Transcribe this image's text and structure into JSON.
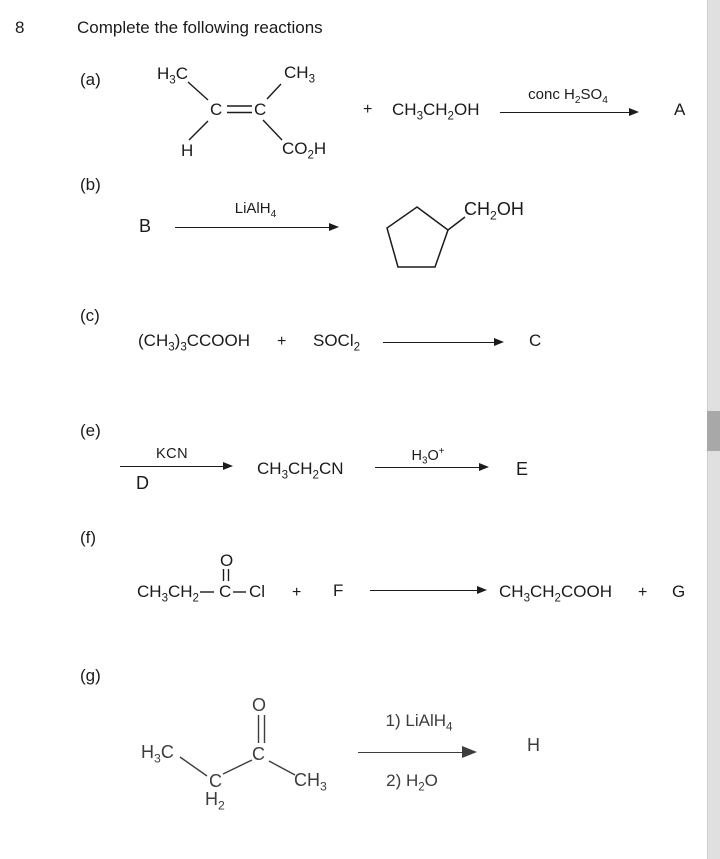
{
  "page": {
    "number": "8",
    "title": "Complete the following reactions"
  },
  "colors": {
    "text": "#1b1b1b",
    "g_block_text": "#3d3d3d",
    "scrollbar_track": "#e0e0e0",
    "scrollbar_thumb": "#a8a8a8"
  },
  "reactions": {
    "a": {
      "label": "(a)",
      "structure": {
        "me_left": "H_3_C",
        "me_right": "CH_3_",
        "c_left": "C",
        "c_right": "C",
        "h": "H",
        "acid": "CO_2_H"
      },
      "plus": "+",
      "reagent": "CH_3_CH_2_OH",
      "condition": "conc H_2_SO_4_",
      "product": "A"
    },
    "b": {
      "label": "(b)",
      "reactant": "B",
      "condition": "LiAlH_4_",
      "product_group": "CH_2_OH"
    },
    "c": {
      "label": "(c)",
      "reactant1": "(CH_3_)_3_CCOOH",
      "plus": "+",
      "reactant2": "SOCl_2_",
      "product": "C"
    },
    "e": {
      "label": "(e)",
      "condition1": "KCN",
      "reactant": "D",
      "intermediate": "CH_3_CH_2_CN",
      "condition2": "H_3_O^+^",
      "product": "E"
    },
    "f": {
      "label": "(f)",
      "structure": {
        "o": "O",
        "chain": "CH_3_CH_2_",
        "carbonyl_c": "C",
        "cl": "Cl"
      },
      "plus1": "+",
      "reactant2": "F",
      "product1": "CH_3_CH_2_COOH",
      "plus2": "+",
      "product2": "G"
    },
    "g": {
      "label": "(g)",
      "structure": {
        "o": "O",
        "me_left": "H_3_C",
        "carbonyl_c": "C",
        "ch2_c": "C",
        "ch2_h": "H_2_",
        "me_right": "CH_3_"
      },
      "step1": "1) LiAlH_4_",
      "step2": "2) H_2_O",
      "product": "H"
    }
  }
}
